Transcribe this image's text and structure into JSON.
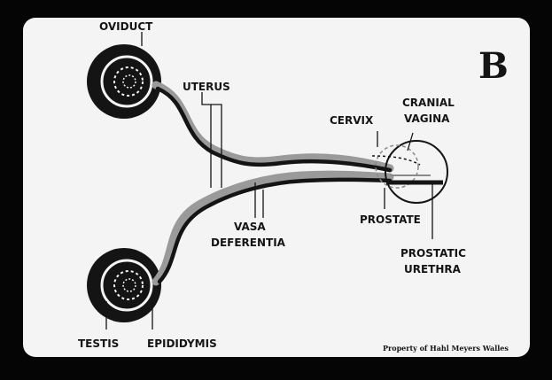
{
  "panel_letter": "B",
  "labels": {
    "oviduct": "OVIDUCT",
    "uterus": "UTERUS",
    "cervix": "CERVIX",
    "cranial_vagina_line1": "CRANIAL",
    "cranial_vagina_line2": "VAGINA",
    "vasa_line1": "VASA",
    "vasa_line2": "DEFERENTIA",
    "prostate": "PROSTATE",
    "prostatic_line1": "PROSTATIC",
    "prostatic_line2": "URETHRA",
    "testis": "TESTIS",
    "epididymis": "EPIDIDYMIS"
  },
  "credit": "Property of Hahl Meyers Walles",
  "colors": {
    "background": "#050505",
    "panel": "#f4f4f4",
    "ink": "#141414"
  }
}
